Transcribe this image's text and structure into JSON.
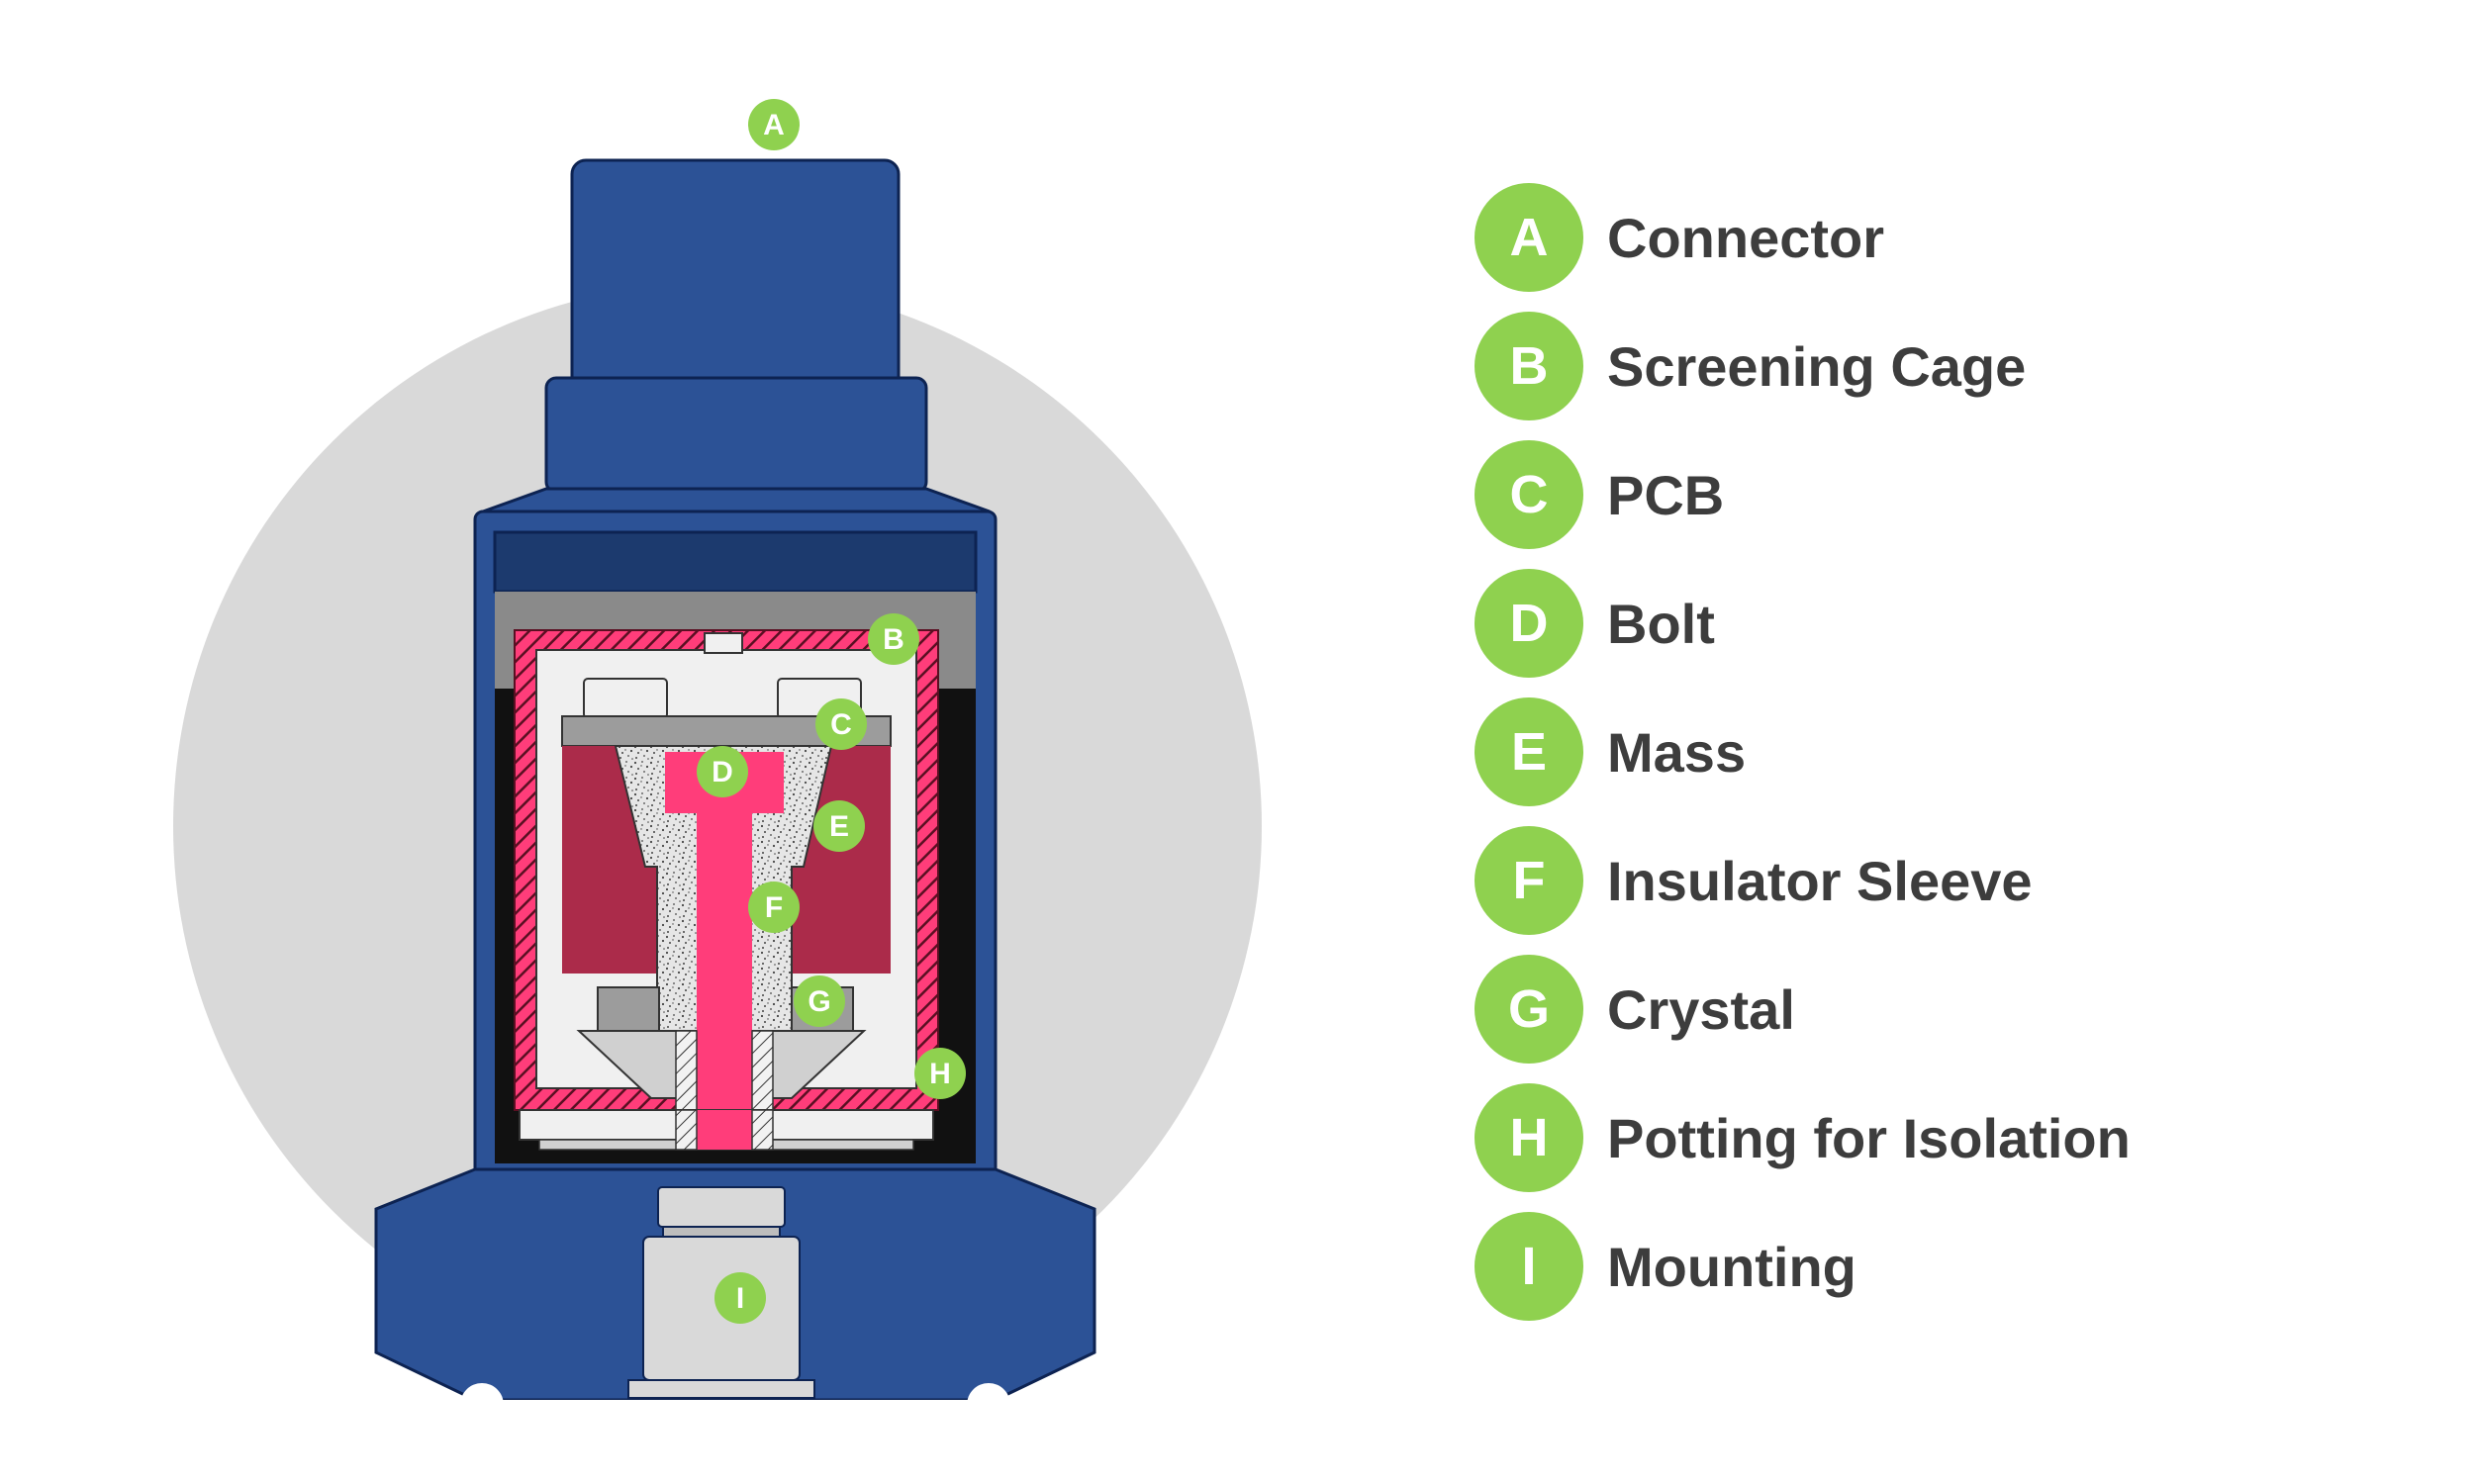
{
  "colors": {
    "badge": "#8fd14f",
    "housing": "#2c5296",
    "housing_dark": "#1c3a6e",
    "outline": "#0d2352",
    "backdrop": "#d9d9d9",
    "mass": "#ab2b4a",
    "bolt": "#ff3d7a",
    "pcb": "#9c9c9c",
    "potting": "#111111",
    "text": "#3d3d3d"
  },
  "callouts": [
    {
      "letter": "A",
      "label": "Connector",
      "icon": "connector"
    },
    {
      "letter": "B",
      "label": "Screening Cage",
      "icon": "screening-cage"
    },
    {
      "letter": "C",
      "label": "PCB",
      "icon": "pcb"
    },
    {
      "letter": "D",
      "label": "Bolt",
      "icon": "bolt"
    },
    {
      "letter": "E",
      "label": "Mass",
      "icon": "mass"
    },
    {
      "letter": "F",
      "label": "Insulator Sleeve",
      "icon": "insulator-sleeve"
    },
    {
      "letter": "G",
      "label": "Crystal",
      "icon": "crystal"
    },
    {
      "letter": "H",
      "label": "Potting for Isolation",
      "icon": "potting"
    },
    {
      "letter": "I",
      "label": "Mounting",
      "icon": "mounting"
    }
  ]
}
